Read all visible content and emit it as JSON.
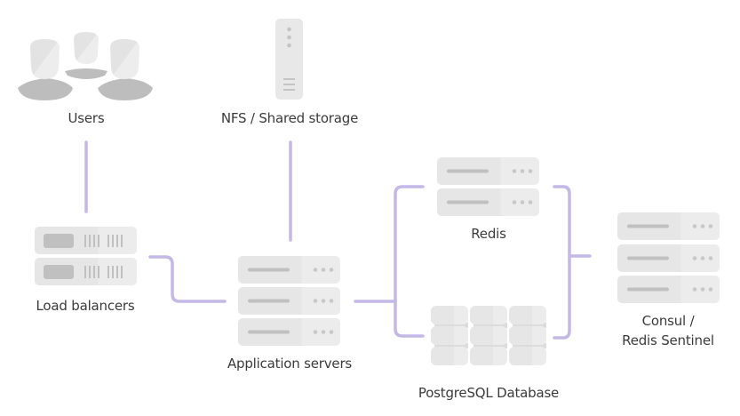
{
  "diagram": {
    "connector_color": "#c4b8e6",
    "icon_fill": "#e8e8e8",
    "icon_detail": "#bdbdbd",
    "nodes": {
      "users": {
        "label": "Users",
        "icon": "users-icon"
      },
      "nfs": {
        "label": "NFS / Shared storage",
        "icon": "storage-tower-icon"
      },
      "load_balancers": {
        "label": "Load balancers",
        "icon": "load-balancer-icon"
      },
      "app_servers": {
        "label": "Application servers",
        "icon": "server-stack-icon"
      },
      "redis": {
        "label": "Redis",
        "icon": "server-stack-icon"
      },
      "postgres": {
        "label": "PostgreSQL Database",
        "icon": "database-grid-icon"
      },
      "consul": {
        "label_line1": "Consul  /",
        "label_line2": "Redis Sentinel",
        "icon": "server-stack-icon"
      }
    },
    "edges": [
      {
        "from": "users",
        "to": "load_balancers"
      },
      {
        "from": "load_balancers",
        "to": "app_servers"
      },
      {
        "from": "nfs",
        "to": "app_servers"
      },
      {
        "from": "app_servers",
        "to": "redis"
      },
      {
        "from": "app_servers",
        "to": "postgres"
      },
      {
        "from": "redis",
        "to": "consul"
      },
      {
        "from": "postgres",
        "to": "consul"
      }
    ]
  }
}
